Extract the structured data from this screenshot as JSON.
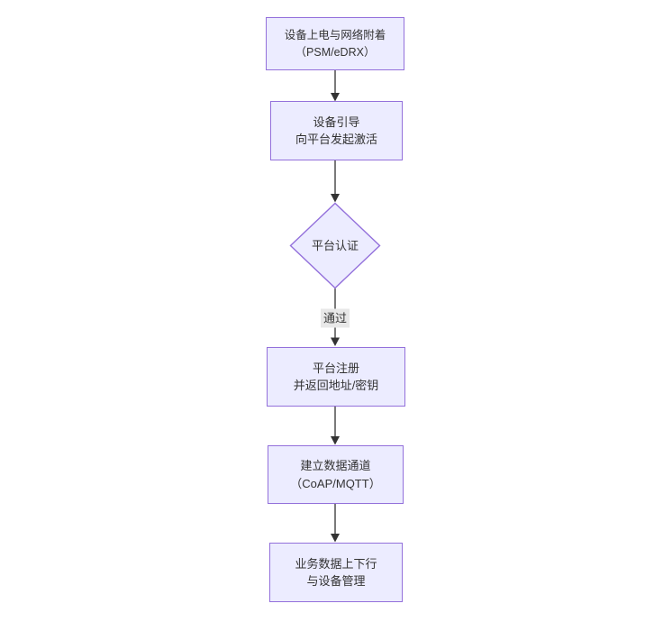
{
  "theme": {
    "background": "#ffffff",
    "node_fill": "#ececff",
    "node_border": "#9370db",
    "text_color": "#333333",
    "arrow_color": "#333333",
    "edge_label_bg": "#e8e8e8"
  },
  "diagram": {
    "type": "flowchart",
    "direction": "top-down",
    "flow_order": [
      "power_attach",
      "bootstrap",
      "platform_auth",
      "register",
      "data_channel",
      "business"
    ],
    "nodes": {
      "power_attach": {
        "shape": "rect",
        "line1": "设备上电与网络附着",
        "line2": "（PSM/eDRX）"
      },
      "bootstrap": {
        "shape": "rect",
        "line1": "设备引导",
        "line2": "向平台发起激活"
      },
      "platform_auth": {
        "shape": "diamond",
        "label": "平台认证"
      },
      "register": {
        "shape": "rect",
        "line1": "平台注册",
        "line2": "并返回地址/密钥"
      },
      "data_channel": {
        "shape": "rect",
        "line1": "建立数据通道",
        "line2": "（CoAP/MQTT）"
      },
      "business": {
        "shape": "rect",
        "line1": "业务数据上下行",
        "line2": "与设备管理"
      }
    },
    "edges": {
      "auth_pass_label": "通过"
    }
  }
}
